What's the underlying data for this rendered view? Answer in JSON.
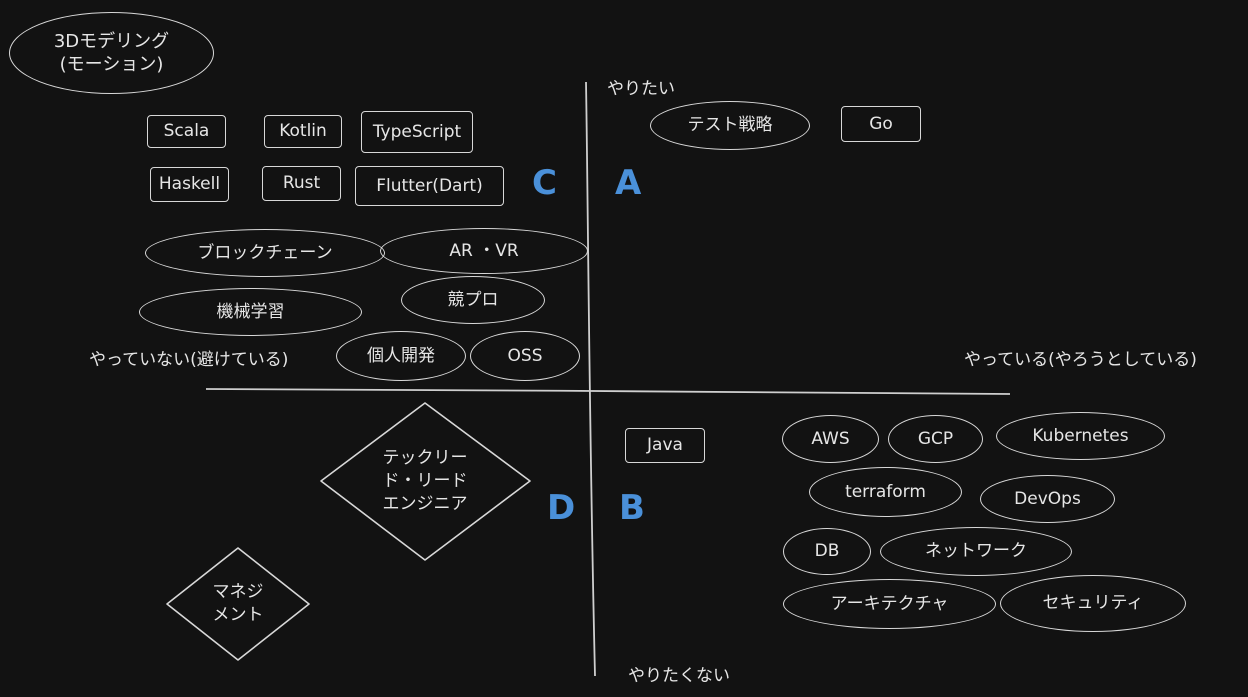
{
  "axes": {
    "top": "やりたい",
    "bottom": "やりたくない",
    "left": "やっていない(避けている)",
    "right": "やっている(やろうとしている)"
  },
  "quadrants": {
    "a": "A",
    "b": "B",
    "c": "C",
    "d": "D"
  },
  "items": {
    "modeling": "3Dモデリング\n(モーション)",
    "scala": "Scala",
    "kotlin": "Kotlin",
    "typescript": "TypeScript",
    "haskell": "Haskell",
    "rust": "Rust",
    "flutter": "Flutter(Dart)",
    "blockchain": "ブロックチェーン",
    "arvr": "AR ・VR",
    "kyopro": "競プロ",
    "ml": "機械学習",
    "personal_dev": "個人開発",
    "oss": "OSS",
    "test_strategy": "テスト戦略",
    "go": "Go",
    "techlead": "テックリー\nド・リード\nエンジニア",
    "management": "マネジ\nメント",
    "java": "Java",
    "aws": "AWS",
    "gcp": "GCP",
    "kubernetes": "Kubernetes",
    "terraform": "terraform",
    "devops": "DevOps",
    "db": "DB",
    "network": "ネットワーク",
    "architecture": "アーキテクチャ",
    "security": "セキュリティ"
  },
  "colors": {
    "background": "#121212",
    "stroke": "#d8d8d8",
    "quadrant_label": "#4a90d9"
  }
}
